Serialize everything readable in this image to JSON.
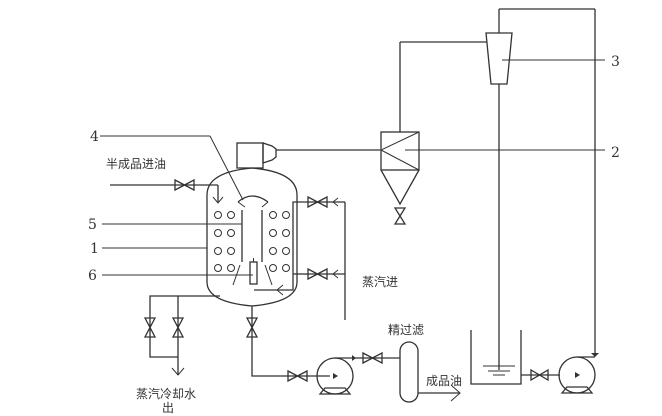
{
  "diagram": {
    "type": "process-flow-diagram",
    "labels": {
      "semi_product_oil_in": "半成品进油",
      "steam_in": "蒸汽进",
      "steam_condensate_out_line1": "蒸汽冷却水",
      "steam_condensate_out_line2": "出",
      "fine_filter": "精过滤",
      "finished_oil": "成品油"
    },
    "callouts": [
      {
        "id": "1",
        "text": "1",
        "target": "vessel-shell"
      },
      {
        "id": "2",
        "text": "2",
        "target": "separator"
      },
      {
        "id": "3",
        "text": "3",
        "target": "ejector"
      },
      {
        "id": "4",
        "text": "4",
        "target": "spray-distributor"
      },
      {
        "id": "5",
        "text": "5",
        "target": "heating-coil"
      },
      {
        "id": "6",
        "text": "6",
        "target": "thermometer"
      }
    ],
    "components": [
      "vacuum-vessel",
      "heating-coils",
      "separator",
      "ejector",
      "hot-well-tank",
      "circulation-pump",
      "transfer-pump",
      "fine-filter",
      "valves"
    ],
    "colors": {
      "line": "#333333",
      "background": "#ffffff"
    }
  }
}
